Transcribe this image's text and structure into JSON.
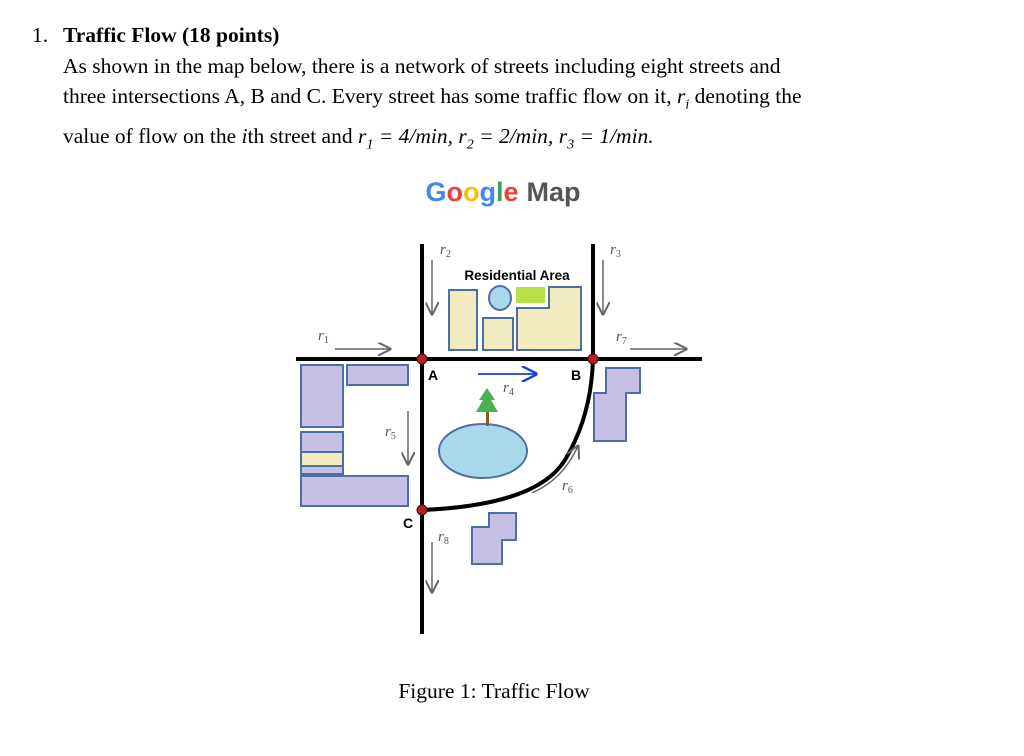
{
  "problem": {
    "number": "1.",
    "title": "Traffic Flow (18 points)",
    "lines": [
      "As shown in the map below, there is a network of streets including eight streets and",
      "three intersections A, B and C. Every street has some traffic flow on it,",
      "value of flow on the",
      "th street and"
    ],
    "line2_tail": "denoting the",
    "ri": "r",
    "ri_sub": "i",
    "ith": "i",
    "r1_eq": "= 4/min,",
    "r2_eq": "= 2/min,",
    "r3_eq": "= 1/min."
  },
  "map": {
    "title_letters": [
      "G",
      "o",
      "o",
      "g",
      "l",
      "e"
    ],
    "title_colors": [
      "#4285F4",
      "#EA4335",
      "#FBBC05",
      "#4285F4",
      "#34A853",
      "#EA4335"
    ],
    "title_rest": "Map",
    "residential_label": "Residential Area",
    "intersections": {
      "A": "A",
      "B": "B",
      "C": "C"
    },
    "flow_labels": {
      "r1": "r",
      "r1_sub": "1",
      "r2": "r",
      "r2_sub": "2",
      "r3": "r",
      "r3_sub": "3",
      "r4": "r",
      "r4_sub": "4",
      "r5": "r",
      "r5_sub": "5",
      "r6": "r",
      "r6_sub": "6",
      "r7": "r",
      "r7_sub": "7",
      "r8": "r",
      "r8_sub": "8"
    },
    "colors": {
      "building": "#c7c0e6",
      "building_stroke": "#4f6fa3",
      "residential": "#f3ebc0",
      "pond": "#a8d8ea",
      "green": "#b8e04a",
      "tree": "#4caf50",
      "node": "#b22222",
      "blue_arrow": "#1a3fd6"
    }
  },
  "caption": "Figure 1: Traffic Flow"
}
